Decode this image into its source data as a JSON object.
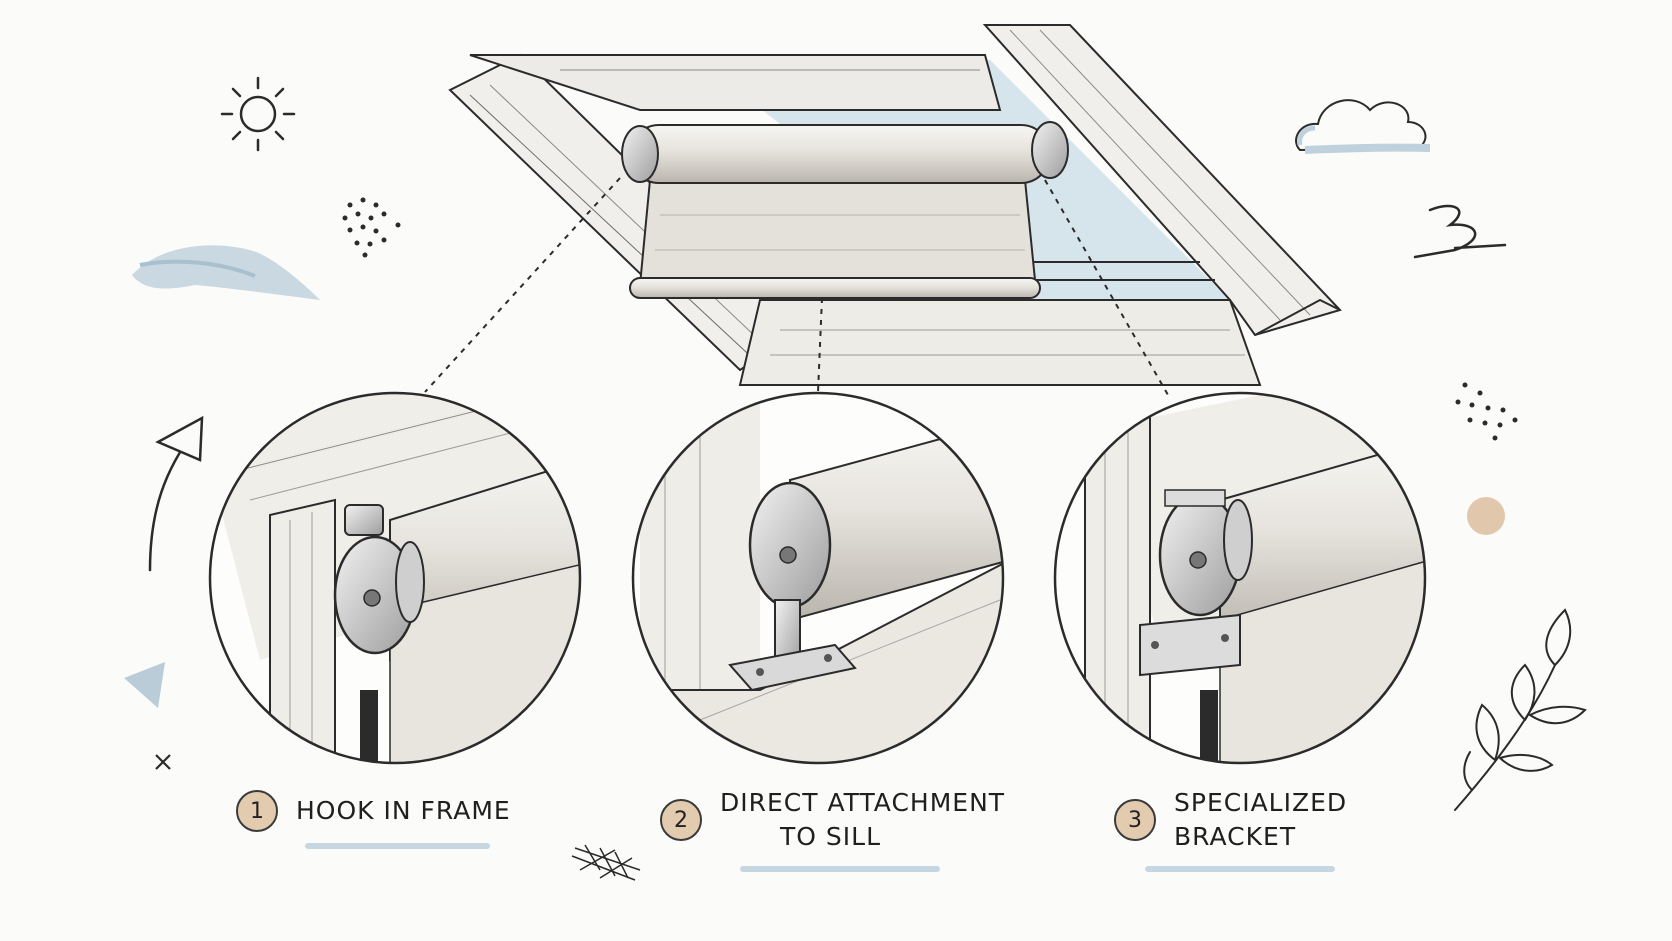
{
  "steps": [
    {
      "number": "1",
      "label_lines": [
        "HOOK IN FRAME"
      ]
    },
    {
      "number": "2",
      "label_lines": [
        "DIRECT ATTACHMENT",
        "TO SILL"
      ]
    },
    {
      "number": "3",
      "label_lines": [
        "SPECIALIZED",
        "BRACKET"
      ]
    }
  ],
  "colors": {
    "badge_fill": "#e3cbb0",
    "accent_blue": "#bcd0dc",
    "sky": "#d6e4ec",
    "ink": "#2b2b2b",
    "roller": "#e9e6e0",
    "wood": "#f1efeb",
    "tan_dot": "#e1c7ab"
  },
  "decorations": [
    "sun-icon",
    "dots-icon",
    "paint-stroke",
    "arrow-icon",
    "triangle-icon",
    "x-mark-icon",
    "cloud-icon",
    "squiggle-icon",
    "leaf-branch-icon",
    "hatch-mark-icon"
  ]
}
